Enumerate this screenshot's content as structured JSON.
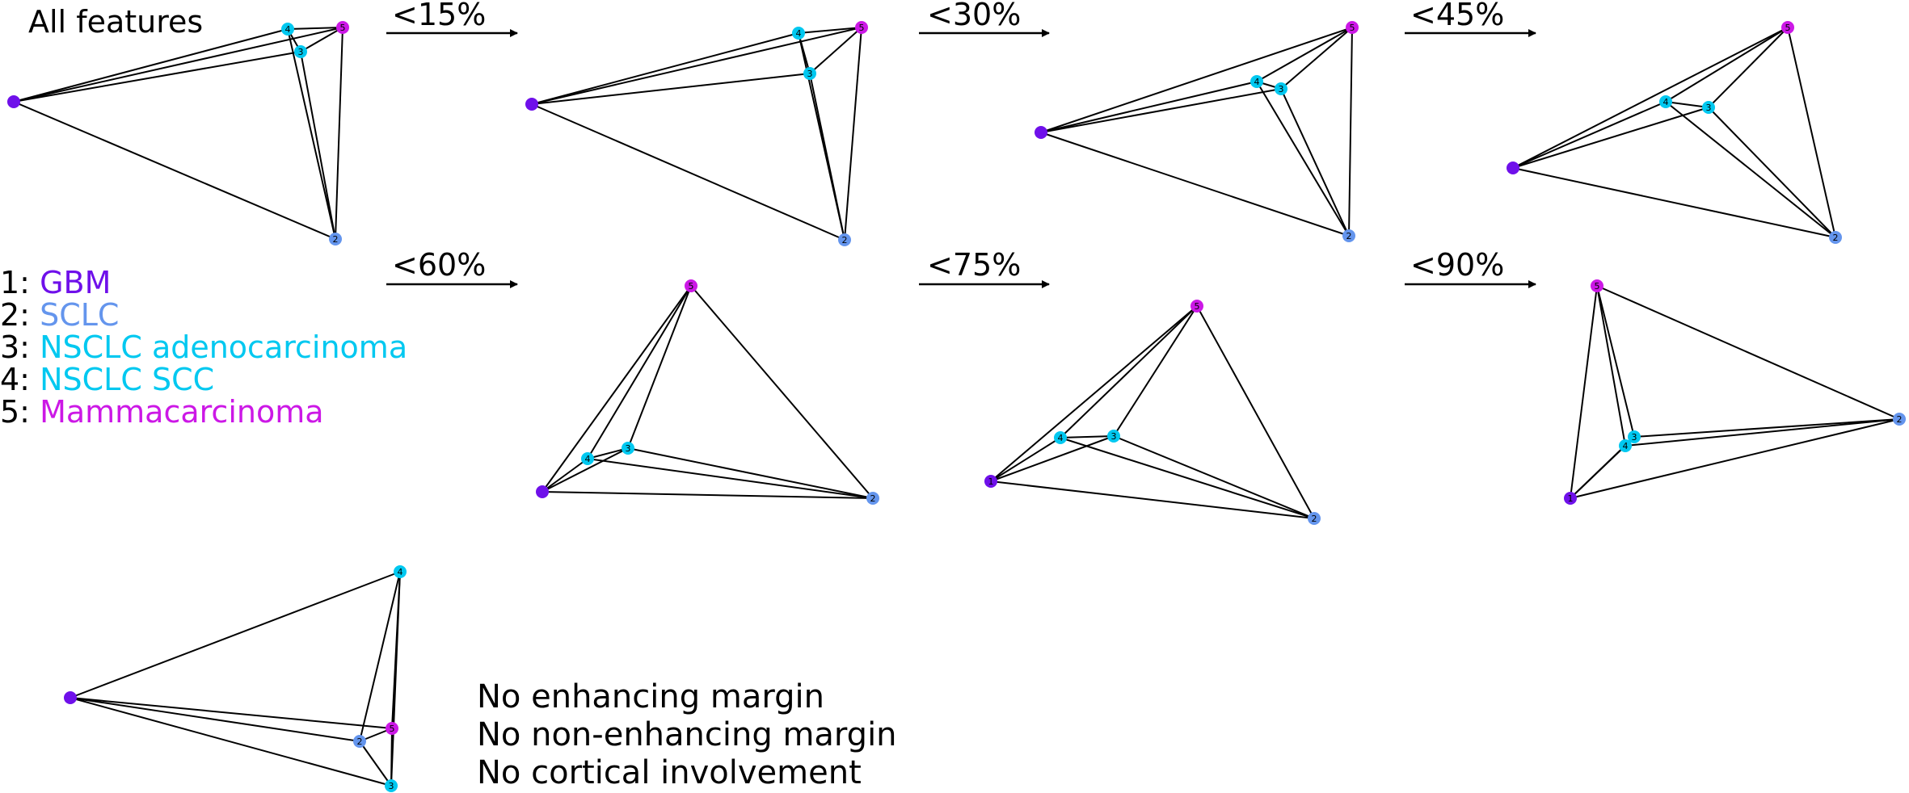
{
  "colors": {
    "1": "#6f10ea",
    "2": "#6495ed",
    "3": "#00c8f0",
    "4": "#00c8f0",
    "5": "#cc18e6",
    "edge": "#000000",
    "text": "#000000"
  },
  "legend": [
    {
      "num": "1:",
      "name": "GBM",
      "color_key": "1"
    },
    {
      "num": "2:",
      "name": "SCLC",
      "color_key": "2"
    },
    {
      "num": "3:",
      "name": "NSCLC adenocarcinoma",
      "color_key": "3"
    },
    {
      "num": "4:",
      "name": "NSCLC SCC",
      "color_key": "4"
    },
    {
      "num": "5:",
      "name": "Mammacarcinoma",
      "color_key": "5"
    }
  ],
  "panels": [
    {
      "label": "All features",
      "arrow": false,
      "node_labels": {
        "1": "",
        "2": "2",
        "3": "3",
        "4": "4",
        "5": "5"
      }
    },
    {
      "label": "<15%",
      "arrow": true,
      "node_labels": {
        "1": "",
        "2": "2",
        "3": "3",
        "4": "4",
        "5": "5"
      }
    },
    {
      "label": "<30%",
      "arrow": true,
      "node_labels": {
        "1": "",
        "2": "2",
        "3": "3",
        "4": "4",
        "5": "5"
      }
    },
    {
      "label": "<45%",
      "arrow": true,
      "node_labels": {
        "1": "",
        "2": "2",
        "3": "3",
        "4": "4",
        "5": "5"
      }
    },
    {
      "label": "<60%",
      "arrow": true,
      "node_labels": {
        "1": "",
        "2": "2",
        "3": "3",
        "4": "4",
        "5": "5"
      }
    },
    {
      "label": "<75%",
      "arrow": true,
      "node_labels": {
        "1": "1",
        "2": "2",
        "3": "3",
        "4": "4",
        "5": "5"
      }
    },
    {
      "label": "<90%",
      "arrow": true,
      "node_labels": {
        "1": "1",
        "2": "2",
        "3": "3",
        "4": "4",
        "5": "5"
      }
    },
    {
      "label": "",
      "arrow": false,
      "node_labels": {
        "1": "",
        "2": "2",
        "3": "3",
        "4": "4",
        "5": "5"
      }
    }
  ],
  "notes": [
    "No enhancing margin",
    "No non-enhancing margin",
    "No cortical involvement"
  ]
}
